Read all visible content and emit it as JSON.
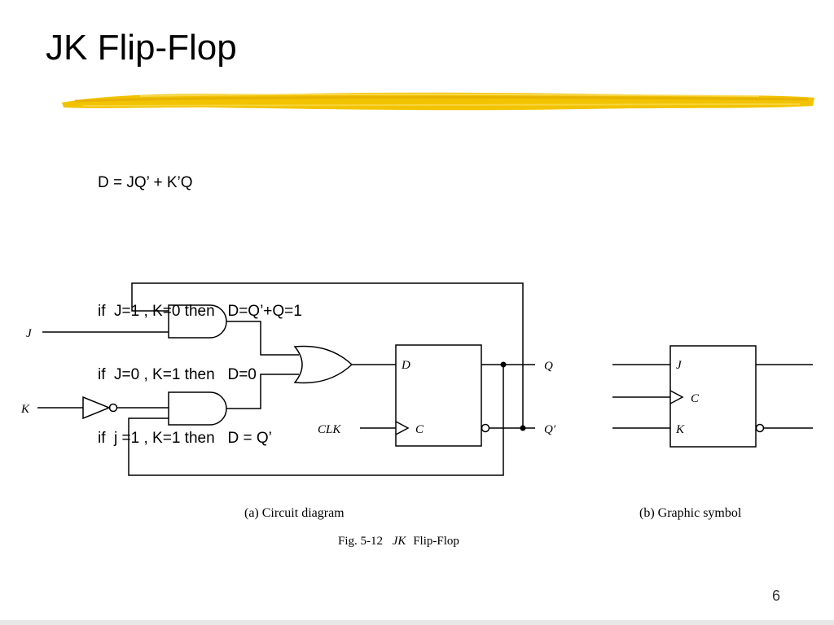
{
  "slide": {
    "title": "JK Flip-Flop",
    "equation": "D = JQ’ + K’Q",
    "conditions": [
      "if  J=1 , K=0 then   D=Q’+Q=1",
      "if  J=0 , K=1 then   D=0",
      "if  j =1 , K=1 then   D = Q’"
    ],
    "page_number": "6",
    "accent_color": "#f2c300"
  },
  "diagram": {
    "inputs": {
      "j": "J",
      "k": "K",
      "clk": "CLK"
    },
    "dff_pins": {
      "d": "D",
      "c": "C"
    },
    "outputs": {
      "q": "Q",
      "q_bar": "Q′"
    },
    "symbol_pins": {
      "j": "J",
      "c": "C",
      "k": "K"
    },
    "caption_a": "(a) Circuit diagram",
    "caption_b": "(b) Graphic symbol",
    "figure_number": "Fig. 5-12",
    "figure_name_italic": "JK",
    "figure_name_rest": "Flip-Flop"
  }
}
